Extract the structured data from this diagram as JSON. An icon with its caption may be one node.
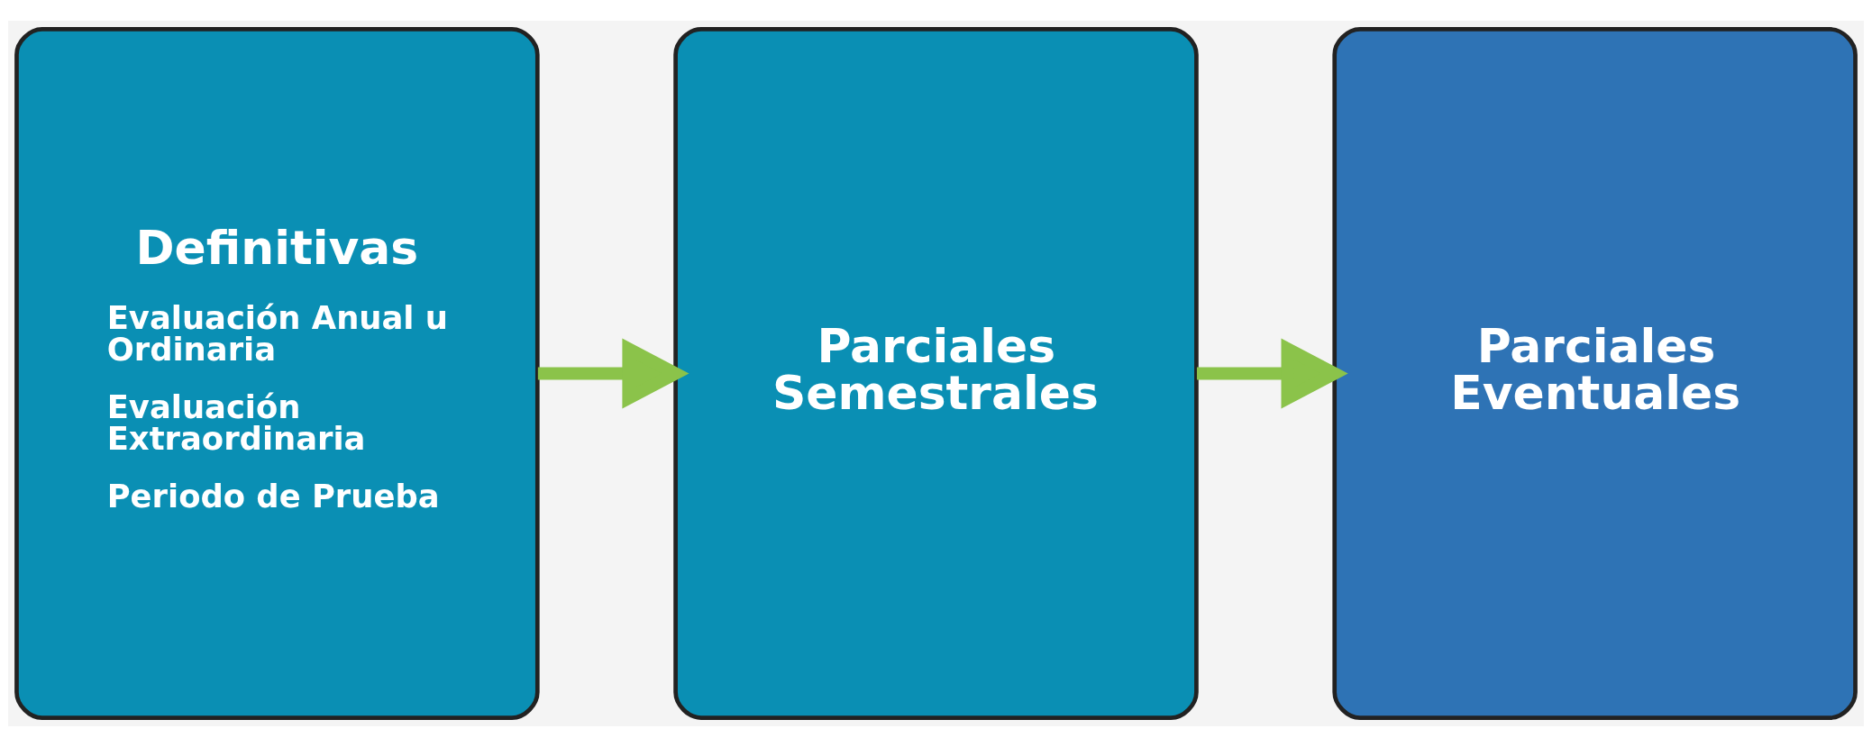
{
  "diagram": {
    "nodes": [
      {
        "text": [
          "Definitivas",
          "Evaluación Anual u Ordinaria",
          "Evaluación Extraordinaria",
          "Periodo de Prueba"
        ]
      },
      {
        "text": [
          "Parciales Semestrales"
        ]
      },
      {
        "text": [
          "Parciales Eventuales"
        ]
      }
    ],
    "edges": [
      {
        "from": 0,
        "to": 1,
        "arrow": "to"
      },
      {
        "from": 1,
        "to": 2,
        "arrow": "to"
      }
    ]
  }
}
